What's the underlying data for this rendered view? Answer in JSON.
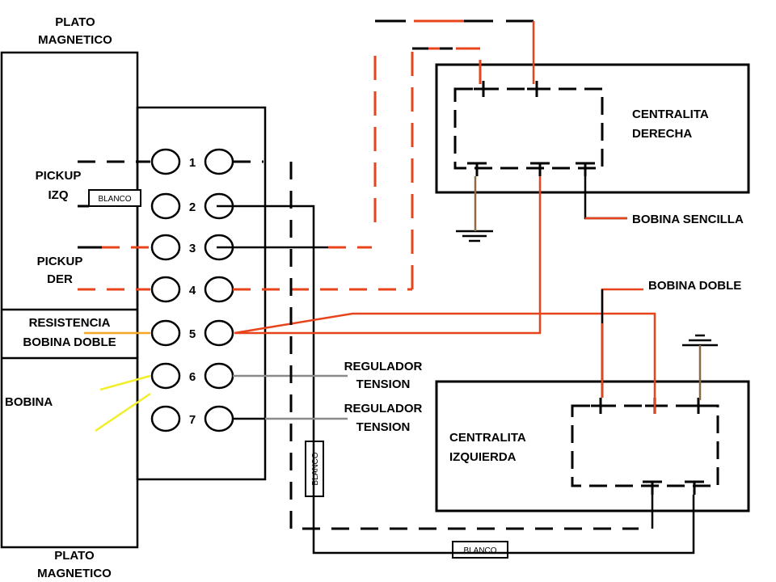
{
  "labels": {
    "plato_top_1": "PLATO",
    "plato_top_2": "MAGNETICO",
    "plato_bottom_1": "PLATO",
    "plato_bottom_2": "MAGNETICO",
    "pickup_izq_1": "PICKUP",
    "pickup_izq_2": "IZQ",
    "pickup_der_1": "PICKUP",
    "pickup_der_2": "DER",
    "resistencia_1": "RESISTENCIA",
    "resistencia_2": "BOBINA DOBLE",
    "bobina": "BOBINA",
    "centralita_derecha_1": "CENTRALITA",
    "centralita_derecha_2": "DERECHA",
    "centralita_izquierda_1": "CENTRALITA",
    "centralita_izquierda_2": "IZQUIERDA",
    "bobina_sencilla": "BOBINA SENCILLA",
    "bobina_doble": "BOBINA DOBLE",
    "regulador_1_a": "REGULADOR",
    "regulador_1_b": "TENSION",
    "regulador_2_a": "REGULADOR",
    "regulador_2_b": "TENSION",
    "blanco_left": "BLANCO",
    "blanco_vertical": "BLANCO",
    "blanco_bottom": "BLANCO"
  },
  "terminals": [
    "1",
    "2",
    "3",
    "4",
    "5",
    "6",
    "7"
  ],
  "colors": {
    "wire_black": "#000000",
    "wire_red": "#e8441b",
    "wire_brown": "#8b6a45",
    "wire_grey": "#8a8a8a",
    "wire_orange": "#f5a623",
    "wire_yellow": "#f2ee2a"
  }
}
